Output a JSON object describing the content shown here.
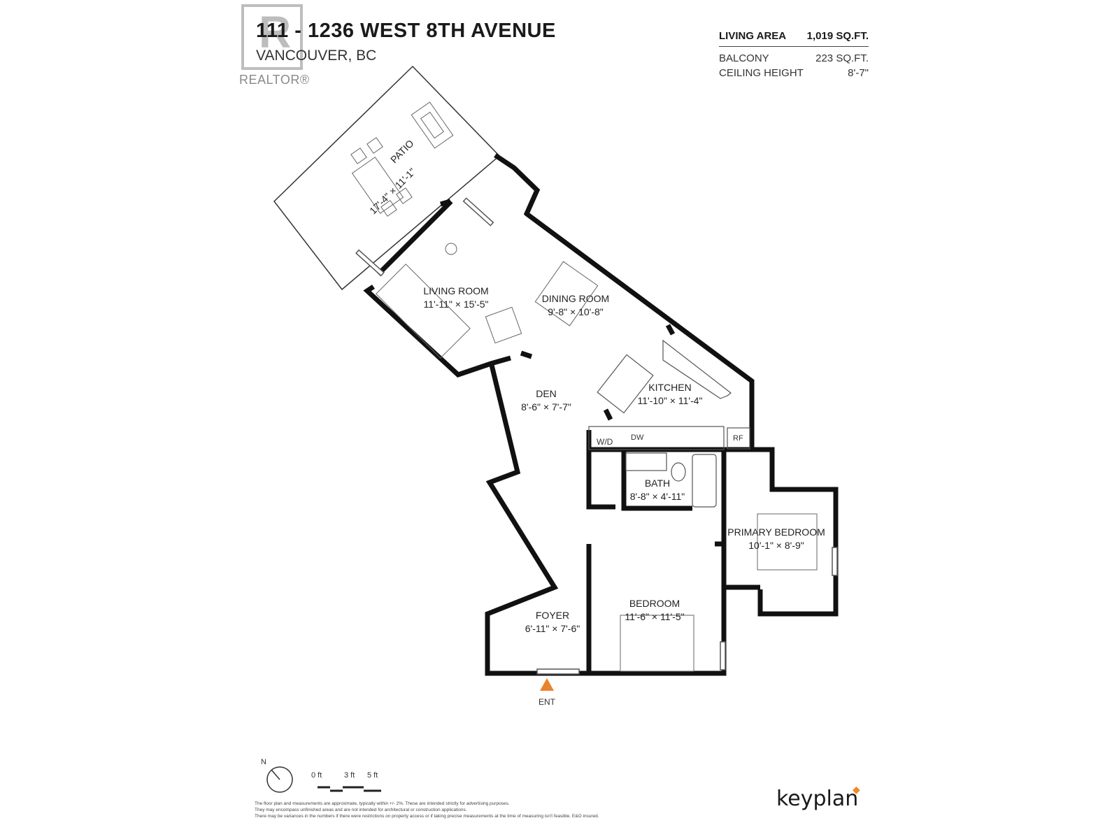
{
  "header": {
    "address_line1": "111 - 1236 WEST 8TH AVENUE",
    "address_line2": "VANCOUVER, BC",
    "realtor_logo_text": "REALTOR®"
  },
  "stats": {
    "living_area_label": "LIVING AREA",
    "living_area_value": "1,019 SQ.FT.",
    "balcony_label": "BALCONY",
    "balcony_value": "223 SQ.FT.",
    "ceiling_label": "CEILING HEIGHT",
    "ceiling_value": "8'-7\""
  },
  "rooms": {
    "patio": {
      "name": "PATIO",
      "dims": "17'-4\" × 11'-1\""
    },
    "living": {
      "name": "LIVING ROOM",
      "dims": "11'-11\" × 15'-5\""
    },
    "dining": {
      "name": "DINING ROOM",
      "dims": "9'-8\" × 10'-8\""
    },
    "den": {
      "name": "DEN",
      "dims": "8'-6\" × 7'-7\""
    },
    "kitchen": {
      "name": "KITCHEN",
      "dims": "11'-10\" × 11'-4\""
    },
    "bath": {
      "name": "BATH",
      "dims": "8'-8\" × 4'-11\""
    },
    "primary": {
      "name": "PRIMARY BEDROOM",
      "dims": "10'-1\" × 8'-9\""
    },
    "bedroom": {
      "name": "BEDROOM",
      "dims": "11'-6\" × 11'-5\""
    },
    "foyer": {
      "name": "FOYER",
      "dims": "6'-11\" × 7'-6\""
    }
  },
  "fixtures": {
    "wd": "W/D",
    "dw": "DW",
    "rf": "RF",
    "entrance": "ENT"
  },
  "legend": {
    "north": "N",
    "scale_0": "0 ft",
    "scale_3": "3 ft",
    "scale_5": "5 ft"
  },
  "disclaimer": {
    "line1": "The floor plan and measurements are approximate, typically within +/- 2%. These are intended strictly for advertising purposes.",
    "line2": "They may encompass unfinished areas and are not intended for architectural or construction applications.",
    "line3": "There may be variances in the numbers if there were restrictions on property access or if taking precise measurements at the time of measuring isn't feasible. E&O insured."
  },
  "brand": {
    "name": "keyplan",
    "accent_color": "#f08a24"
  },
  "colors": {
    "wall": "#111111",
    "entry_marker": "#e8842c"
  }
}
